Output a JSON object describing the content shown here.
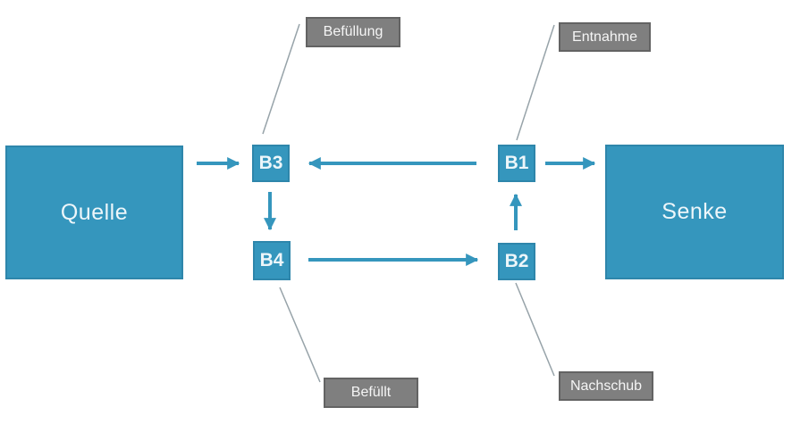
{
  "diagram": {
    "colors": {
      "node_fill": "#3596BD",
      "node_border": "#2E86AB",
      "node_text": "#EDF6FA",
      "tag_fill": "#7F7F7F",
      "tag_border": "#636363",
      "tag_text": "#F5F5F5",
      "arrow": "#3596BD",
      "connector_line": "#97A3A9",
      "background": "#FFFFFF"
    },
    "nodes": {
      "quelle": {
        "label": "Quelle"
      },
      "senke": {
        "label": "Senke"
      },
      "b1": {
        "label": "B1"
      },
      "b2": {
        "label": "B2"
      },
      "b3": {
        "label": "B3"
      },
      "b4": {
        "label": "B4"
      }
    },
    "tags": {
      "befuellung": {
        "label": "Befüllung"
      },
      "entnahme": {
        "label": "Entnahme"
      },
      "befuellt": {
        "label": "Befüllt"
      },
      "nachschub": {
        "label": "Nachschub"
      }
    },
    "arrows": [
      {
        "from": "Quelle",
        "to": "B3"
      },
      {
        "from": "B1",
        "to": "B3"
      },
      {
        "from": "B3",
        "to": "B4"
      },
      {
        "from": "B4",
        "to": "B2"
      },
      {
        "from": "B2",
        "to": "B1"
      },
      {
        "from": "B1",
        "to": "Senke"
      }
    ],
    "tag_connectors": [
      {
        "node": "B3",
        "tag": "Befüllung"
      },
      {
        "node": "B1",
        "tag": "Entnahme"
      },
      {
        "node": "B4",
        "tag": "Befüllt"
      },
      {
        "node": "B2",
        "tag": "Nachschub"
      }
    ]
  }
}
